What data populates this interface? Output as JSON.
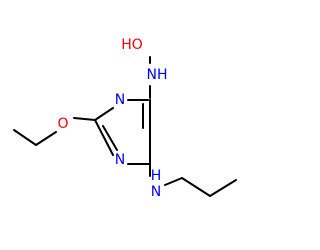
{
  "molecule": {
    "atoms": {
      "hydroxyl_o": {
        "label": "HO",
        "color": "#ff0000"
      },
      "amino_nh_top": {
        "label": "NH",
        "color": "#0000ff"
      },
      "ring_n_upper": {
        "label": "N",
        "color": "#0000ff"
      },
      "ring_n_lower": {
        "label": "N",
        "color": "#0000ff"
      },
      "ether_o": {
        "label": "O",
        "color": "#ff0000"
      },
      "amino_nh_bottom": {
        "label": "H\nN",
        "color": "#0000ff"
      }
    }
  }
}
